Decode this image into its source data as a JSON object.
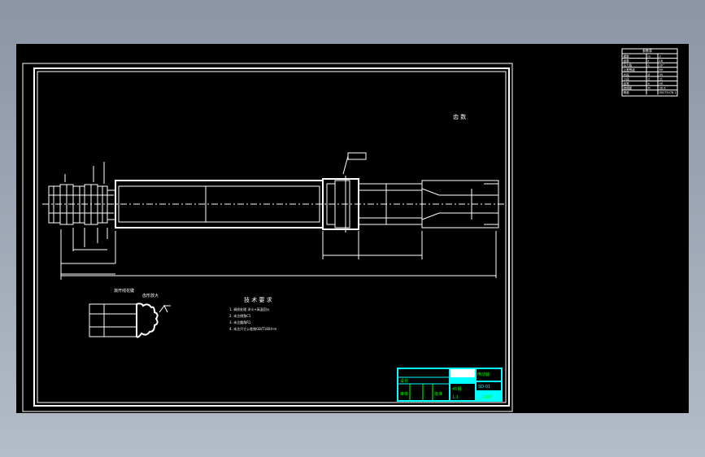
{
  "drawing": {
    "top_label": "齿 数",
    "scale_tag": "传动轴",
    "note_title": "技 术 要 求",
    "notes": [
      "1. 调质处理 淬火+高温回火",
      "2. 未注倒角C1",
      "3. 未注圆角R1",
      "4. 未注尺寸公差按GB/T1804-m"
    ],
    "detail_label_1": "渐开线花键",
    "detail_label_2": "齿形放大",
    "colors": {
      "background": "#000000",
      "lines": "#ffffff",
      "titleblock_cyan": "#00ffff",
      "titleblock_green": "#00ff00"
    }
  },
  "param_table": {
    "title": "参数表",
    "rows": [
      [
        "模数",
        "m",
        "2"
      ],
      [
        "齿数",
        "z",
        "16"
      ],
      [
        "压力角",
        "α",
        "30°"
      ],
      [
        "公差等级",
        "",
        "6H"
      ],
      [
        "大径",
        "D",
        "35"
      ],
      [
        "小径",
        "d",
        "31"
      ],
      [
        "齿宽",
        "b",
        "40"
      ],
      [
        "跨棒距",
        "M",
        "38.6"
      ],
      [
        "精度",
        "",
        "GB/T3478.1"
      ]
    ]
  },
  "title_block": {
    "part_name": "传动轴",
    "material": "45钢",
    "drawing_no": "SD-01",
    "designer": "设计",
    "checker": "审核",
    "approver": "批准",
    "scale": "1:1",
    "sheet": "共1张"
  }
}
